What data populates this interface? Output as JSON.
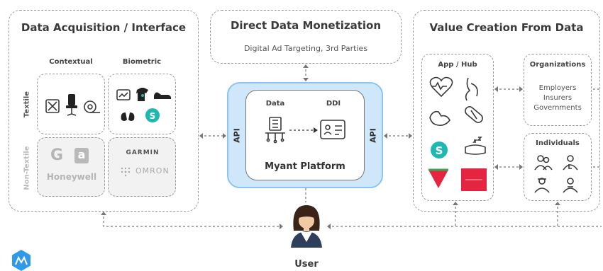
{
  "acquisition": {
    "title": "Data Acquisition / Interface",
    "col_contextual": "Contextual",
    "col_biometric": "Biometric",
    "row_textile": "Textile",
    "row_nontextile": "Non-Textile",
    "brands": {
      "google": "G",
      "amazon": "a",
      "honeywell": "Honeywell",
      "garmin": "GARMIN",
      "omron": "OMRON"
    }
  },
  "monetization": {
    "title": "Direct Data Monetization",
    "subtitle": "Digital Ad Targeting, 3rd Parties"
  },
  "platform": {
    "api_left": "API",
    "api_right": "API",
    "data_label": "Data",
    "ddi_label": "DDI",
    "name": "Myant Platform"
  },
  "value": {
    "title": "Value Creation From Data",
    "app_hub": "App / Hub",
    "organizations": {
      "title": "Organizations",
      "items": [
        "Employers",
        "Insurers",
        "Governments"
      ]
    },
    "individuals": "Individuals"
  },
  "user": {
    "label": "User"
  },
  "colors": {
    "platform_fill": "#cfe7fb",
    "platform_border": "#8cc4ef",
    "teal": "#1fb8b0",
    "red_app": "#e5243f",
    "logo_blue": "#2f9be8"
  }
}
